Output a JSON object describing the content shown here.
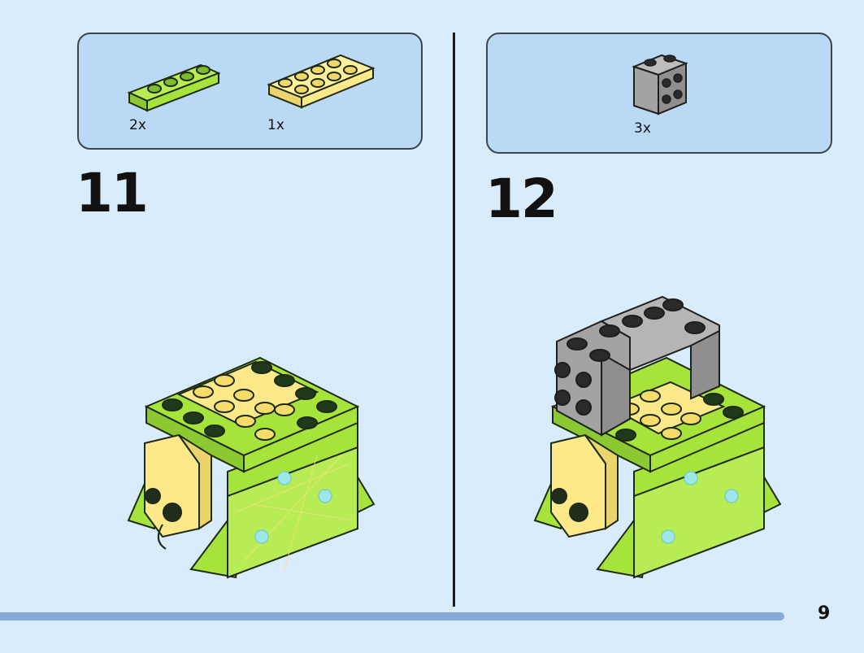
{
  "steps": [
    {
      "number": "11",
      "parts": [
        {
          "name": "lime-plate-1x4",
          "quantity": "2x",
          "color": "#a6e43c"
        },
        {
          "name": "yellow-plate-2x4",
          "quantity": "1x",
          "color": "#fde98a"
        }
      ]
    },
    {
      "number": "12",
      "parts": [
        {
          "name": "gray-brick-with-studs-on-side",
          "quantity": "3x",
          "color": "#a3a3a3"
        }
      ]
    }
  ],
  "page": {
    "number": "9"
  },
  "colors": {
    "background": "#d8ecfb",
    "parts_panel": "#b9d9f4",
    "progress_bar": "#86aadc",
    "lime": "#a6e43c",
    "yellow": "#fde98a",
    "gray": "#a3a3a3",
    "stud_dark": "#1f2d1a"
  }
}
